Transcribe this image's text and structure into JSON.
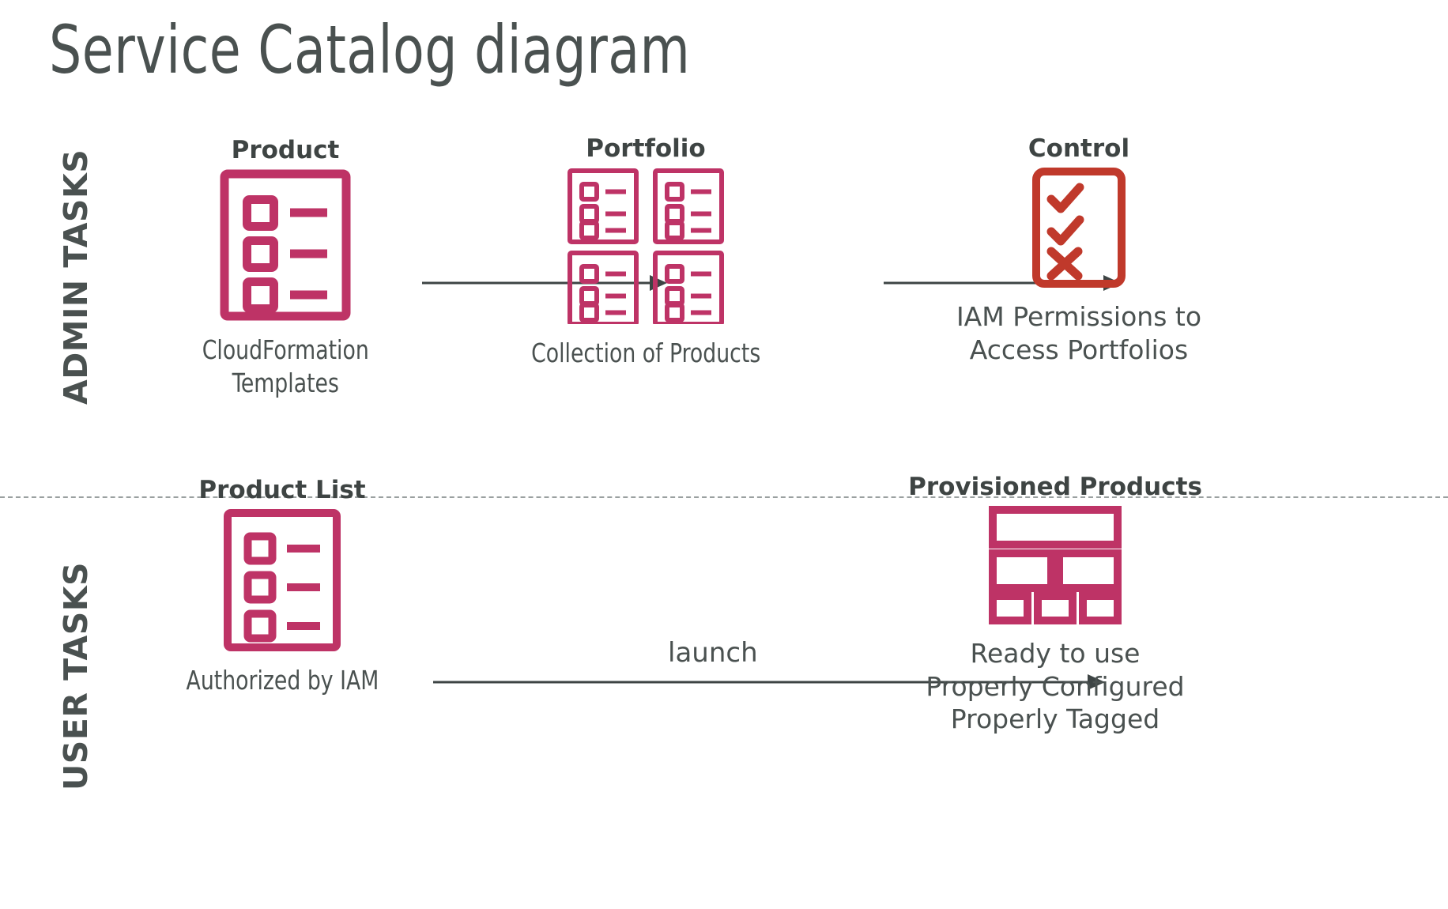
{
  "title": "Service Catalog diagram",
  "colors": {
    "crimson": "#BE3366",
    "red": "#C0392B",
    "text_dark": "#4a5150",
    "arrow": "#3d4444",
    "divider": "#9aa0a0",
    "background": "#ffffff"
  },
  "rows": [
    {
      "label": "ADMIN TASKS",
      "nodes": [
        {
          "title": "Product",
          "icon": "document-checklist-icon",
          "caption": "CloudFormation\nTemplates"
        },
        {
          "title": "Portfolio",
          "icon": "four-documents-grid-icon",
          "caption": "Collection of Products"
        },
        {
          "title": "Control",
          "icon": "checklist-approval-icon",
          "caption": "IAM Permissions to\nAccess Portfolios"
        }
      ],
      "connectors": [
        {
          "name": "product-to-portfolio",
          "label": ""
        },
        {
          "name": "portfolio-to-control",
          "label": ""
        }
      ]
    },
    {
      "label": "USER TASKS",
      "nodes": [
        {
          "title": "Product List",
          "icon": "document-checklist-icon",
          "caption": "Authorized by IAM"
        },
        {
          "title": "Provisioned Products",
          "icon": "dashboard-grid-icon",
          "caption": "Ready to use\nProperly Configured\nProperly Tagged"
        }
      ],
      "connectors": [
        {
          "name": "product-list-to-provisioned",
          "label": "launch"
        }
      ]
    }
  ]
}
